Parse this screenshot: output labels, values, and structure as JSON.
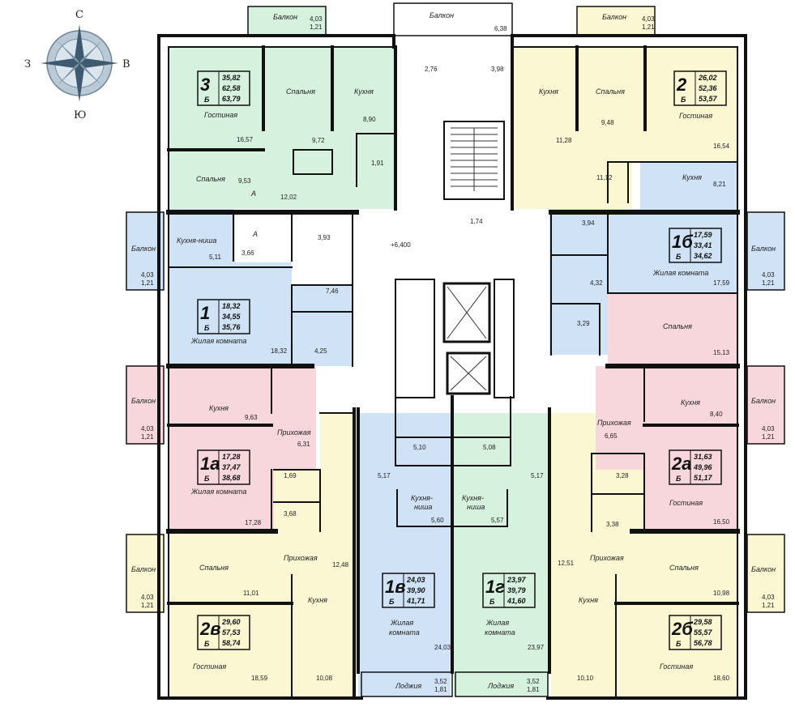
{
  "compass": {
    "north": "С",
    "south": "Ю",
    "west": "З",
    "east": "В"
  },
  "colors": {
    "green": "#d6f1de",
    "yellow": "#fbf7d2",
    "blue": "#cfe2f6",
    "pink": "#f8d7dc",
    "wall": "#111111",
    "floor": "#ffffff",
    "corridor": "#f2f2f2"
  },
  "elevation": "+6,400",
  "apartments": [
    {
      "id": "3",
      "areas": [
        "35,82",
        "62,58",
        "63,79"
      ],
      "b": "Б"
    },
    {
      "id": "2",
      "areas": [
        "26,02",
        "52,36",
        "53,57"
      ],
      "b": "Б"
    },
    {
      "id": "1б",
      "areas": [
        "17,59",
        "33,41",
        "34,62"
      ],
      "b": "Б"
    },
    {
      "id": "1",
      "areas": [
        "18,32",
        "34,55",
        "35,76"
      ],
      "b": "Б"
    },
    {
      "id": "1а",
      "areas": [
        "17,28",
        "37,47",
        "38,68"
      ],
      "b": "Б"
    },
    {
      "id": "2а",
      "areas": [
        "31,63",
        "49,96",
        "51,17"
      ],
      "b": "Б"
    },
    {
      "id": "2в",
      "areas": [
        "29,60",
        "57,53",
        "58,74"
      ],
      "b": "Б"
    },
    {
      "id": "2б",
      "areas": [
        "29,58",
        "55,57",
        "56,78"
      ],
      "b": "Б"
    },
    {
      "id": "1в",
      "areas": [
        "24,03",
        "39,90",
        "41,71"
      ],
      "b": "Б"
    },
    {
      "id": "1г",
      "areas": [
        "23,97",
        "39,79",
        "41,60"
      ],
      "b": "Б"
    }
  ],
  "labels": {
    "balcony": "Балкон",
    "bedroom": "Спальня",
    "kitchen": "Кухня",
    "living": "Гостиная",
    "living_room": "Жилая комната",
    "living_room_1": "Жилая",
    "living_room_2": "комната",
    "kitchen_niche": "Кухня-ниша",
    "kitchen_niche_1": "Кухня-",
    "kitchen_niche_2": "ниша",
    "hall": "Прихожая",
    "loggia": "Лоджия",
    "section_a": "А"
  },
  "dims": {
    "balcony_wh": [
      "4,03",
      "1,21"
    ],
    "loggia_wh": [
      "3,52",
      "1,81"
    ]
  },
  "room_areas": {
    "a3_living": "16,57",
    "a3_bed1": "9,72",
    "a3_kitchen": "8,90",
    "a3_bath": "1,91",
    "a3_bed2": "9,53",
    "a3_hall": "12,02",
    "top_balc_c": "6,38",
    "stair_a": "2,76",
    "stair_b": "3,98",
    "stair_c": "1,74",
    "a2_kitchen": "11,28",
    "a2_bed": "9,48",
    "a2_living": "16,54",
    "a2_hall": "11,12",
    "a1b_kitchen": "8,21",
    "a1b_bath": "3,94",
    "a1b_living": "17,59",
    "a1b_hall": "4,32",
    "a1b_bath2": "3,29",
    "a1_niche": "5,11",
    "a1_bath": "3,66",
    "a1_bath2": "3,93",
    "a1_hall": "7,46",
    "a1_bath3": "4,25",
    "a1_living": "18,32",
    "r_bed": "15,13",
    "a1a_kitchen": "9,63",
    "a1a_hall": "6,31",
    "a1a_living": "17,28",
    "a1a_wc": "1,69",
    "a1a_bath": "3,68",
    "a2a_hall": "6,65",
    "a2a_kitchen": "8,40",
    "a2a_bath": "3,28",
    "a2a_bath2": "3,38",
    "a2a_living": "16,50",
    "c1v_bath": "5,10",
    "c1g_bath": "5,08",
    "c1v_hall": "5,17",
    "c1g_hall": "5,17",
    "c1v_niche": "5,60",
    "c1g_niche": "5,57",
    "c1v_living": "24,03",
    "c1g_living": "23,97",
    "a2v_bed": "11,01",
    "a2v_hall": "12,48",
    "a2v_living": "18,59",
    "a2v_kitchen": "10,08",
    "a2b_hall": "12,51",
    "a2b_bed": "10,98",
    "a2b_kitchen": "10,10",
    "a2b_living": "18,60"
  }
}
